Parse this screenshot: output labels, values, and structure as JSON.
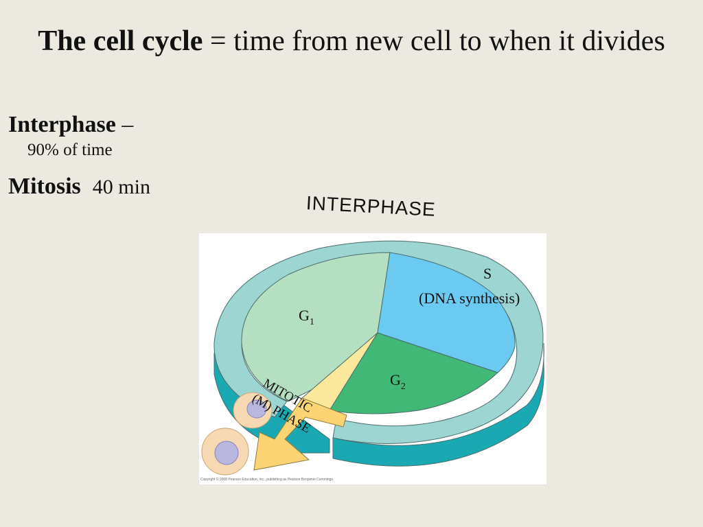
{
  "slide": {
    "title_bold": "The cell cycle",
    "title_rest": " = time from new cell to when it divides",
    "bullet1_label": "Interphase",
    "bullet1_dash": " –",
    "bullet1_sub": "90% of time",
    "bullet2_label": "Mitosis",
    "bullet2_value": "40 min"
  },
  "diagram": {
    "header": "INTERPHASE",
    "s_label": "S",
    "s_sub": "(DNA synthesis)",
    "g1": "G",
    "g1_sub": "1",
    "g2": "G",
    "g2_sub": "2",
    "mitotic_line1": "MITOTIC",
    "mitotic_line2": "(M) PHASE",
    "credit": "Copyright © 2008 Pearson Education, Inc., publishing as Pearson Benjamin Cummings.",
    "colors": {
      "ring": "#9dd5d2",
      "ring_side": "#1aa9b3",
      "g1": "#b5dfc1",
      "s": "#6bcaf2",
      "g2": "#41b875",
      "mitotic": "#fbe89a",
      "arrow": "#fcd473",
      "cell": "#f6d9b2",
      "nucleus": "#b9b6e0"
    }
  }
}
